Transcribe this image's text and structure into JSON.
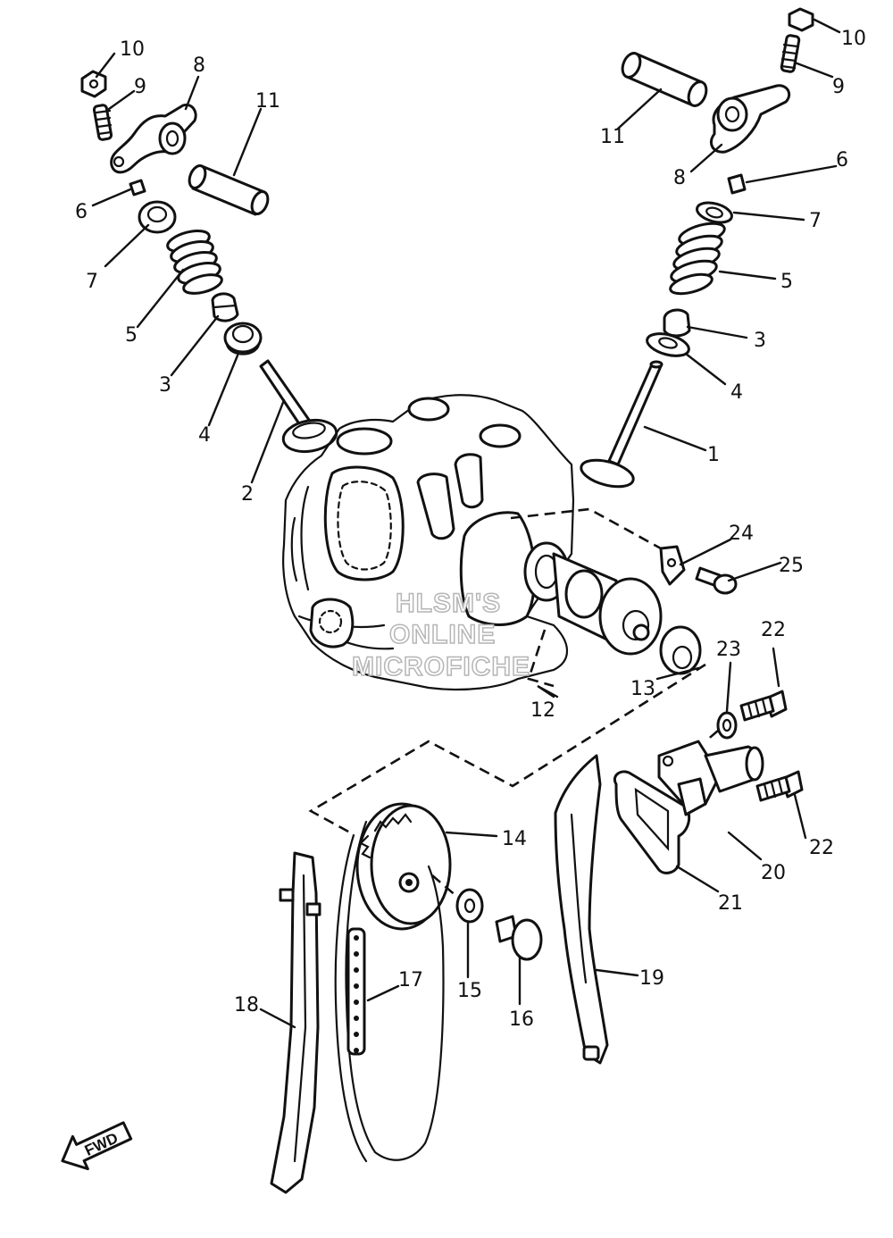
{
  "diagram": {
    "watermark": [
      "HLSM'S",
      "ONLINE",
      "MICROFICHE"
    ],
    "direction_arrow_label": "FWD",
    "callouts": [
      {
        "id": "c10-left",
        "text": "10"
      },
      {
        "id": "c9-left",
        "text": "9"
      },
      {
        "id": "c8-left",
        "text": "8"
      },
      {
        "id": "c11-left",
        "text": "11"
      },
      {
        "id": "c6-left",
        "text": "6"
      },
      {
        "id": "c7-left",
        "text": "7"
      },
      {
        "id": "c5-left",
        "text": "5"
      },
      {
        "id": "c3-left",
        "text": "3"
      },
      {
        "id": "c4-left",
        "text": "4"
      },
      {
        "id": "c2",
        "text": "2"
      },
      {
        "id": "c10-right",
        "text": "10"
      },
      {
        "id": "c9-right",
        "text": "9"
      },
      {
        "id": "c11-right",
        "text": "11"
      },
      {
        "id": "c8-right",
        "text": "8"
      },
      {
        "id": "c6-right",
        "text": "6"
      },
      {
        "id": "c7-right",
        "text": "7"
      },
      {
        "id": "c5-right",
        "text": "5"
      },
      {
        "id": "c3-right",
        "text": "3"
      },
      {
        "id": "c4-right",
        "text": "4"
      },
      {
        "id": "c1",
        "text": "1"
      },
      {
        "id": "c24",
        "text": "24"
      },
      {
        "id": "c25",
        "text": "25"
      },
      {
        "id": "c22-top",
        "text": "22"
      },
      {
        "id": "c23",
        "text": "23"
      },
      {
        "id": "c13",
        "text": "13"
      },
      {
        "id": "c12",
        "text": "12"
      },
      {
        "id": "c14",
        "text": "14"
      },
      {
        "id": "c22-bottom",
        "text": "22"
      },
      {
        "id": "c20",
        "text": "20"
      },
      {
        "id": "c21",
        "text": "21"
      },
      {
        "id": "c15",
        "text": "15"
      },
      {
        "id": "c16",
        "text": "16"
      },
      {
        "id": "c17",
        "text": "17"
      },
      {
        "id": "c18",
        "text": "18"
      },
      {
        "id": "c19",
        "text": "19"
      }
    ]
  }
}
